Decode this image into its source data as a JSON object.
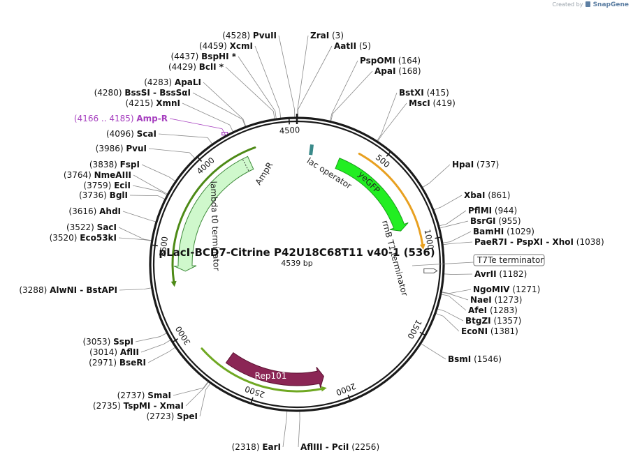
{
  "credit": {
    "prefix": "Created by",
    "brand": "SnapGene"
  },
  "plasmid": {
    "name": "pLacI-BCD7-Citrine P42U18C68T11 v40-1 (536)",
    "length_bp": 4539,
    "length_label": "4539 bp"
  },
  "colors": {
    "backbone": "#1a1a1a",
    "ampr_fill": "#cff8cc",
    "ampr_stroke": "#3e8a3a",
    "ampr_arc": "#4d8a16",
    "yegfp_fill": "#22ee22",
    "yegfp_arc": "#e8a020",
    "rep101_fill": "#8b2655",
    "rep101_arc": "#6fa822",
    "lac_operator": "#3a8a8a",
    "amp_r_primer": "#a63fbf"
  },
  "ticks": [
    {
      "bp": 500,
      "label": "500"
    },
    {
      "bp": 1000,
      "label": "1000"
    },
    {
      "bp": 1500,
      "label": "1500"
    },
    {
      "bp": 2000,
      "label": "2000"
    },
    {
      "bp": 2500,
      "label": "2500"
    },
    {
      "bp": 3000,
      "label": "3000"
    },
    {
      "bp": 3500,
      "label": "3500"
    },
    {
      "bp": 4000,
      "label": "4000"
    },
    {
      "bp": 4500,
      "label": "4500"
    }
  ],
  "sites": [
    {
      "name": "ZraI",
      "pos": "(3)",
      "bp": 3
    },
    {
      "name": "AatII",
      "pos": "(5)",
      "bp": 5
    },
    {
      "name": "PspOMI",
      "pos": "(164)",
      "bp": 164
    },
    {
      "name": "ApaI",
      "pos": "(168)",
      "bp": 168
    },
    {
      "name": "BstXI",
      "pos": "(415)",
      "bp": 415
    },
    {
      "name": "MscI",
      "pos": "(419)",
      "bp": 419
    },
    {
      "name": "HpaI",
      "pos": "(737)",
      "bp": 737
    },
    {
      "name": "XbaI",
      "pos": "(861)",
      "bp": 861
    },
    {
      "name": "PflMI",
      "pos": "(944)",
      "bp": 944
    },
    {
      "name": "BsrGI",
      "pos": "(955)",
      "bp": 955
    },
    {
      "name": "BamHI",
      "pos": "(1029)",
      "bp": 1029
    },
    {
      "name": "PaeR7I",
      "name2": "PspXI",
      "name3": "XhoI",
      "pos": "(1038)",
      "bp": 1038
    },
    {
      "name": "AvrII",
      "pos": "(1182)",
      "bp": 1182
    },
    {
      "name": "NgoMIV",
      "pos": "(1271)",
      "bp": 1271
    },
    {
      "name": "NaeI",
      "pos": "(1273)",
      "bp": 1273
    },
    {
      "name": "AfeI",
      "pos": "(1283)",
      "bp": 1283
    },
    {
      "name": "BtgZI",
      "pos": "(1357)",
      "bp": 1357
    },
    {
      "name": "EcoNI",
      "pos": "(1381)",
      "bp": 1381
    },
    {
      "name": "BsmI",
      "pos": "(1546)",
      "bp": 1546
    },
    {
      "name": "AflIII",
      "name2": "PciI",
      "pos": "(2256)",
      "bp": 2256
    },
    {
      "name": "EarI",
      "pos": "(2318)",
      "bp": 2318
    },
    {
      "name": "SpeI",
      "pos": "(2723)",
      "bp": 2723
    },
    {
      "name": "TspMI",
      "name2": "XmaI",
      "pos": "(2735)",
      "bp": 2735
    },
    {
      "name": "SmaI",
      "pos": "(2737)",
      "bp": 2737
    },
    {
      "name": "BseRI",
      "pos": "(2971)",
      "bp": 2971
    },
    {
      "name": "AflII",
      "pos": "(3014)",
      "bp": 3014
    },
    {
      "name": "SspI",
      "pos": "(3053)",
      "bp": 3053
    },
    {
      "name": "AlwNI",
      "name2": "BstAPI",
      "pos": "(3288)",
      "bp": 3288
    },
    {
      "name": "Eco53kI",
      "pos": "(3520)",
      "bp": 3520
    },
    {
      "name": "SacI",
      "pos": "(3522)",
      "bp": 3522
    },
    {
      "name": "AhdI",
      "pos": "(3616)",
      "bp": 3616
    },
    {
      "name": "BglI",
      "pos": "(3736)",
      "bp": 3736
    },
    {
      "name": "EciI",
      "pos": "(3759)",
      "bp": 3759
    },
    {
      "name": "NmeAIII",
      "pos": "(3764)",
      "bp": 3764
    },
    {
      "name": "FspI",
      "pos": "(3838)",
      "bp": 3838
    },
    {
      "name": "PvuI",
      "pos": "(3986)",
      "bp": 3986
    },
    {
      "name": "ScaI",
      "pos": "(4096)",
      "bp": 4096
    },
    {
      "name": "Amp-R",
      "pos": "(4166 .. 4185)",
      "bp": 4175,
      "primer": true
    },
    {
      "name": "XmnI",
      "pos": "(4215)",
      "bp": 4215
    },
    {
      "name": "BssSI",
      "name2": "BssSαI",
      "pos": "(4280)",
      "bp": 4280
    },
    {
      "name": "ApaLI",
      "pos": "(4283)",
      "bp": 4283
    },
    {
      "name": "BclI *",
      "pos": "(4429)",
      "bp": 4429
    },
    {
      "name": "BspHI *",
      "pos": "(4437)",
      "bp": 4437
    },
    {
      "name": "XcmI",
      "pos": "(4459)",
      "bp": 4459
    },
    {
      "name": "PvuII",
      "pos": "(4528)",
      "bp": 4528
    }
  ],
  "features": [
    {
      "id": "ampr",
      "label": "AmpR",
      "type": "CDS"
    },
    {
      "id": "yegfp",
      "label": "yeGFP",
      "type": "CDS"
    },
    {
      "id": "rep101",
      "label": "Rep101",
      "type": "CDS"
    },
    {
      "id": "lac",
      "label": "lac operator",
      "type": "protein_bind"
    },
    {
      "id": "rrnb",
      "label": "rrnB T1 terminator",
      "type": "terminator"
    },
    {
      "id": "lambda",
      "label": "lambda t0 terminator",
      "type": "terminator"
    },
    {
      "id": "t7te",
      "label": "T7Te terminator",
      "type": "terminator"
    }
  ]
}
